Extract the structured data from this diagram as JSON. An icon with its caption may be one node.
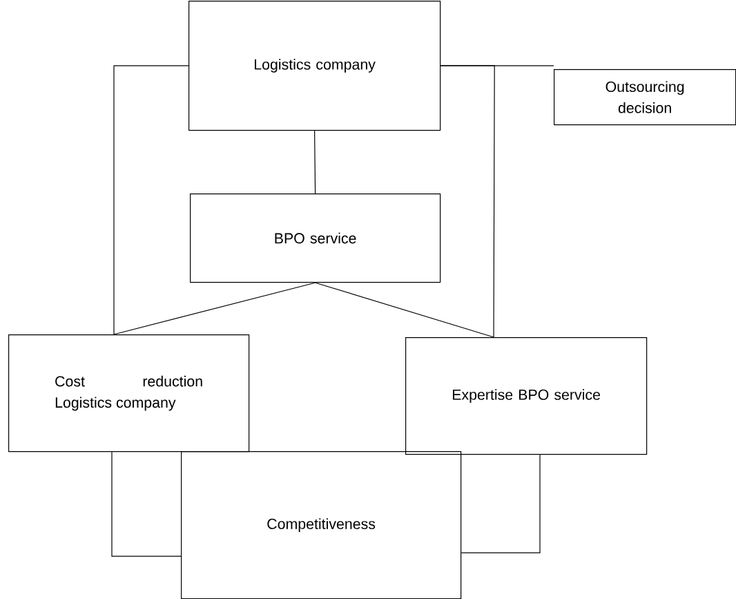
{
  "diagram": {
    "nodes": [
      {
        "text": [
          "Logistics company"
        ]
      },
      {
        "text": [
          "Outsourcing decision"
        ]
      },
      {
        "text": [
          "BPO service"
        ]
      },
      {
        "text": [
          "Cost reduction Logistics company"
        ]
      },
      {
        "text": [
          "Expertise BPO service"
        ]
      },
      {
        "text": [
          "Competitiveness"
        ]
      }
    ],
    "edges": [
      {
        "from": 0,
        "to": 1,
        "arrow": "none"
      },
      {
        "from": 0,
        "to": 2,
        "arrow": "none"
      },
      {
        "from": 0,
        "to": 3,
        "arrow": "none"
      },
      {
        "from": 0,
        "to": 4,
        "arrow": "none"
      },
      {
        "from": 2,
        "to": 3,
        "arrow": "none"
      },
      {
        "from": 2,
        "to": 4,
        "arrow": "none"
      },
      {
        "from": 3,
        "to": 5,
        "arrow": "none"
      },
      {
        "from": 4,
        "to": 5,
        "arrow": "none"
      }
    ]
  }
}
